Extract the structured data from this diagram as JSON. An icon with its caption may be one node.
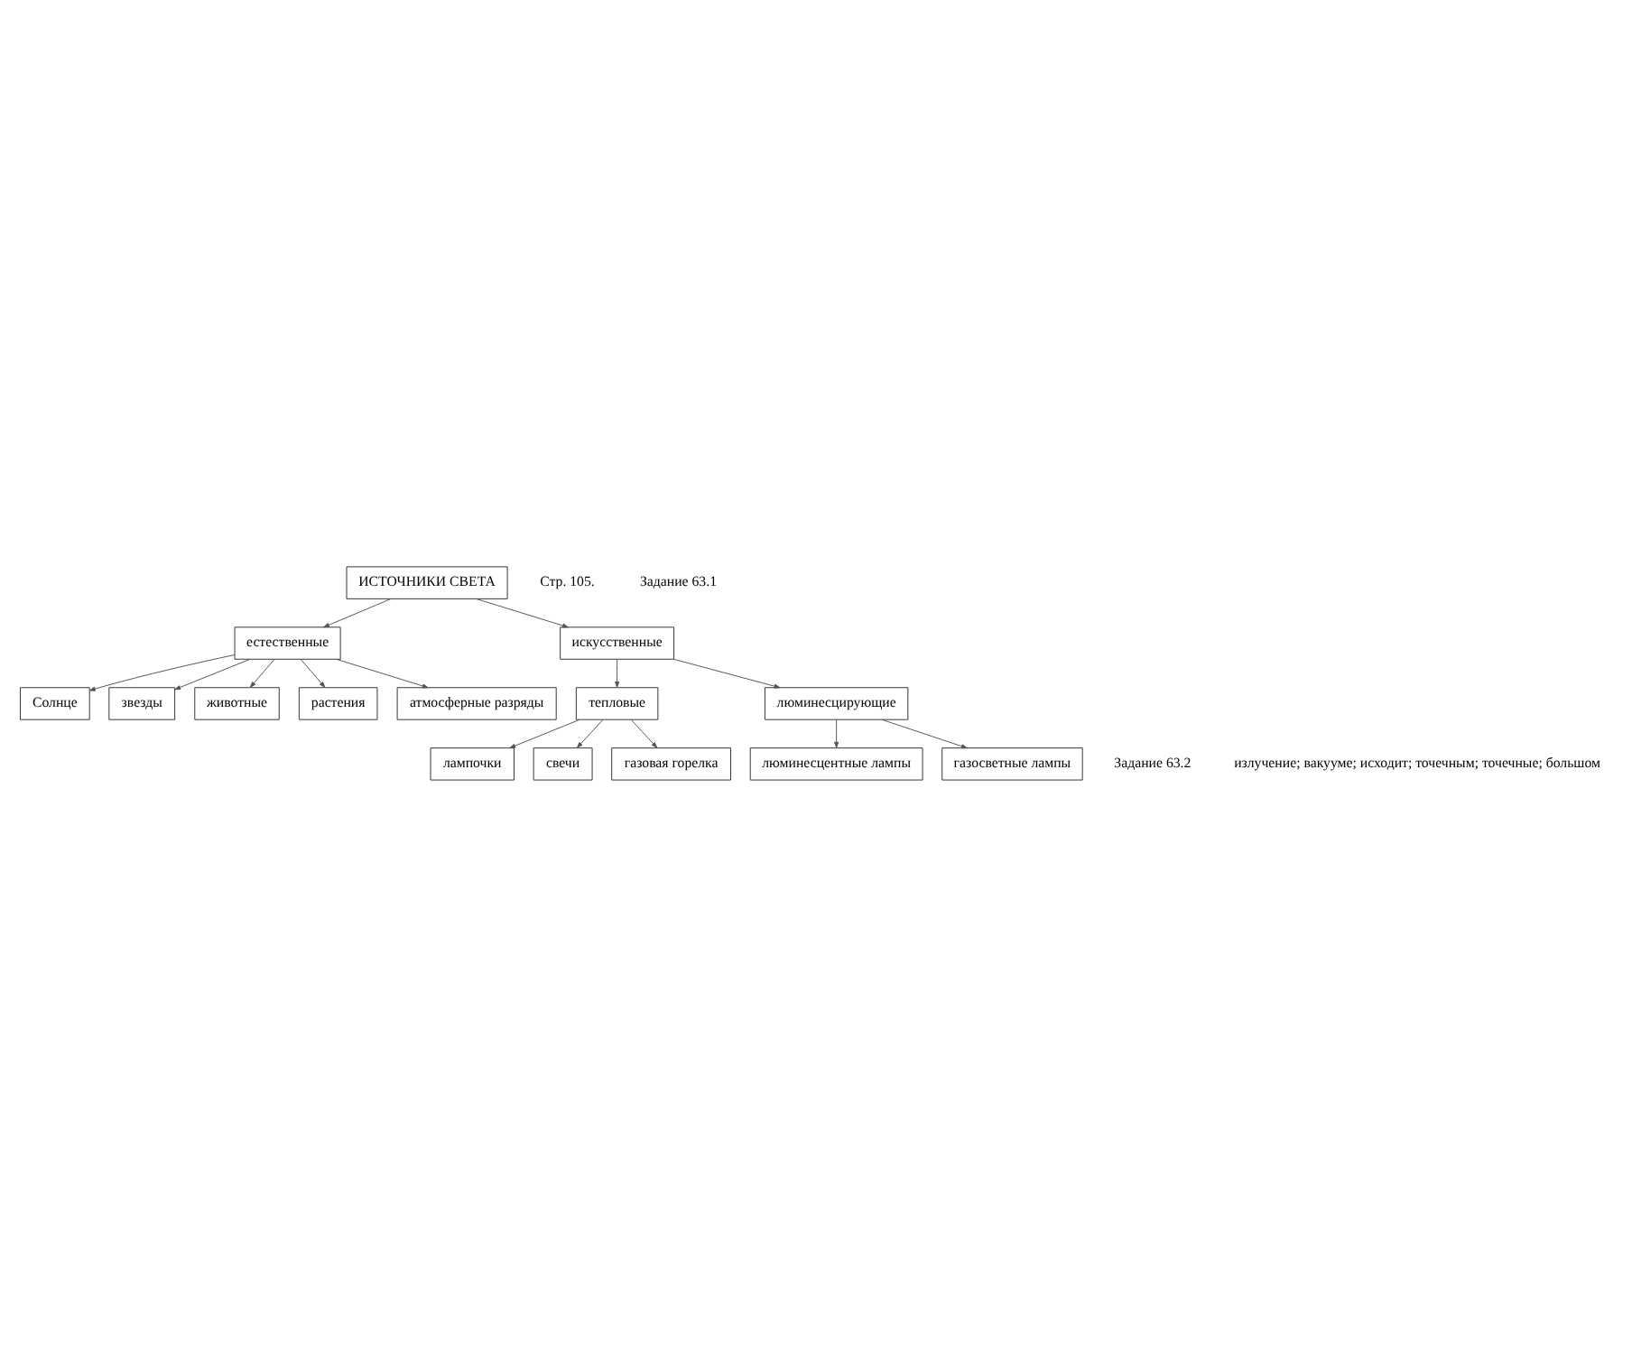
{
  "diagram": {
    "nodes": [
      {
        "text": [
          "ИСТОЧНИКИ СВЕТА"
        ]
      },
      {
        "text": [
          "естественные"
        ]
      },
      {
        "text": [
          "Солнце"
        ]
      },
      {
        "text": [
          "звезды"
        ]
      },
      {
        "text": [
          "животные"
        ]
      },
      {
        "text": [
          "растения"
        ]
      },
      {
        "text": [
          "атмосферные разряды"
        ]
      },
      {
        "text": [
          "искусственные"
        ]
      },
      {
        "text": [
          "тепловые"
        ]
      },
      {
        "text": [
          "люминесцирующие"
        ]
      },
      {
        "text": [
          "лампочки"
        ]
      },
      {
        "text": [
          "свечи"
        ]
      },
      {
        "text": [
          "газовая горелка"
        ]
      },
      {
        "text": [
          "люминесцентные лампы"
        ]
      },
      {
        "text": [
          "газосветные лампы"
        ]
      }
    ],
    "edges": [
      {
        "from": 0,
        "to": 1,
        "arrow": "to"
      },
      {
        "from": 0,
        "to": 7,
        "arrow": "to"
      },
      {
        "from": 1,
        "to": 2,
        "arrow": "to"
      },
      {
        "from": 1,
        "to": 3,
        "arrow": "to"
      },
      {
        "from": 1,
        "to": 4,
        "arrow": "to"
      },
      {
        "from": 1,
        "to": 5,
        "arrow": "to"
      },
      {
        "from": 1,
        "to": 6,
        "arrow": "to"
      },
      {
        "from": 7,
        "to": 8,
        "arrow": "to"
      },
      {
        "from": 7,
        "to": 9,
        "arrow": "to"
      },
      {
        "from": 8,
        "to": 10,
        "arrow": "to"
      },
      {
        "from": 8,
        "to": 11,
        "arrow": "to"
      },
      {
        "from": 8,
        "to": 12,
        "arrow": "to"
      },
      {
        "from": 9,
        "to": 13,
        "arrow": "to"
      },
      {
        "from": 9,
        "to": 14,
        "arrow": "to"
      }
    ],
    "labels": [
      "Стр. 105.",
      "Задание 63.1",
      "Задание 63.2",
      "излучение; вакууме; исходит; точечным; точечные; большом"
    ]
  }
}
